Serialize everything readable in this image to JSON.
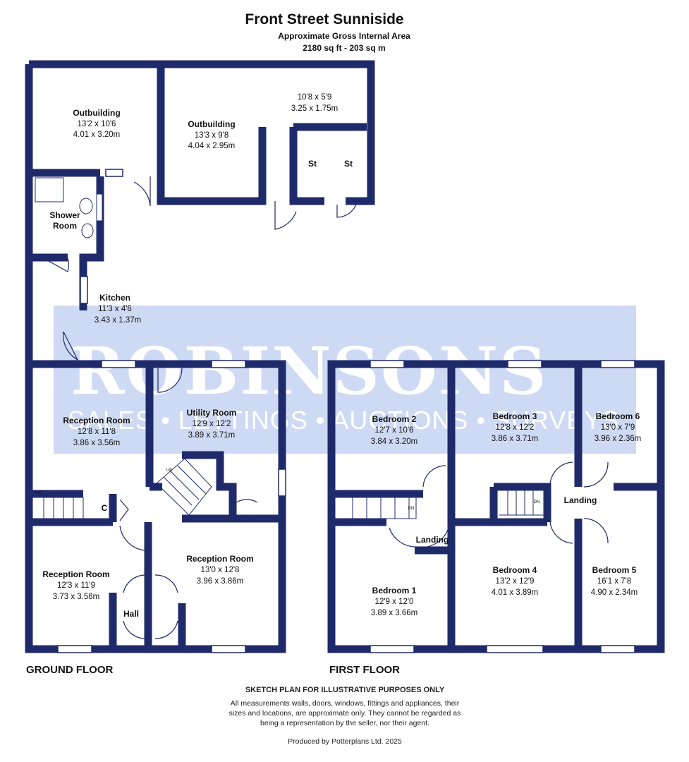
{
  "header": {
    "title": "Front Street Sunniside",
    "subtitle": "Approximate Gross Internal Area",
    "area": "2180 sq ft - 203 sq m"
  },
  "watermark": {
    "brand": "ROBINSONS",
    "tagline": "SALES • LETTINGS • AUCTIONS • SURVEYS"
  },
  "rooms": {
    "outbuilding_1": {
      "name": "Outbuilding",
      "imperial": "13'2 x 10'6",
      "metric": "4.01 x 3.20m"
    },
    "outbuilding_2": {
      "name": "Outbuilding",
      "imperial": "13'3 x 9'8",
      "metric": "4.04 x 2.95m"
    },
    "store_area": {
      "imperial": "10'8 x 5'9",
      "metric": "3.25 x 1.75m"
    },
    "store_1": {
      "name": "St"
    },
    "store_2": {
      "name": "St"
    },
    "shower_room": {
      "name_line1": "Shower",
      "name_line2": "Room"
    },
    "kitchen": {
      "name": "Kitchen",
      "imperial": "11'3 x 4'6",
      "metric": "3.43 x 1.37m"
    },
    "reception_1": {
      "name": "Reception Room",
      "imperial": "12'8 x 11'8",
      "metric": "3.86 x 3.56m"
    },
    "utility": {
      "name": "Utility Room",
      "imperial": "12'9 x 12'2",
      "metric": "3.89 x 3.71m"
    },
    "cupboard": {
      "name": "C"
    },
    "reception_2": {
      "name": "Reception Room",
      "imperial": "12'3 x 11'9",
      "metric": "3.73 x 3.58m"
    },
    "hall": {
      "name": "Hall"
    },
    "reception_3": {
      "name": "Reception Room",
      "imperial": "13'0 x 12'8",
      "metric": "3.96 x 3.86m"
    },
    "bedroom_2": {
      "name": "Bedroom 2",
      "imperial": "12'7 x 10'6",
      "metric": "3.84 x 3.20m"
    },
    "bedroom_3": {
      "name": "Bedroom 3",
      "imperial": "12'8 x 12'2",
      "metric": "3.86 x 3.71m"
    },
    "bedroom_6": {
      "name": "Bedroom 6",
      "imperial": "13'0 x 7'9",
      "metric": "3.96 x 2.36m"
    },
    "landing_1": {
      "name": "Landing"
    },
    "landing_2": {
      "name": "Landing"
    },
    "bedroom_1": {
      "name": "Bedroom 1",
      "imperial": "12'9 x 12'0",
      "metric": "3.89 x 3.66m"
    },
    "bedroom_4": {
      "name": "Bedroom 4",
      "imperial": "13'2 x 12'9",
      "metric": "4.01 x 3.89m"
    },
    "bedroom_5": {
      "name": "Bedroom 5",
      "imperial": "16'1 x 7'8",
      "metric": "4.90 x 2.34m"
    }
  },
  "stairs": {
    "up": "UP",
    "dn": "DN"
  },
  "floors": {
    "ground": "GROUND FLOOR",
    "first": "FIRST FLOOR"
  },
  "footer": {
    "heading": "SKETCH PLAN FOR ILLUSTRATIVE PURPOSES ONLY",
    "line1": "All measurements walls, doors, windows, fittings and appliances, their",
    "line2": "sizes and locations, are approximate only. They cannot be regarded as",
    "line3": "being a representation by the seller, nor their agent.",
    "produced_by": "Produced by Potterplans Ltd. 2025"
  },
  "colors": {
    "wall": "#1f2a6b",
    "watermark_band": "#c6d3f1"
  }
}
